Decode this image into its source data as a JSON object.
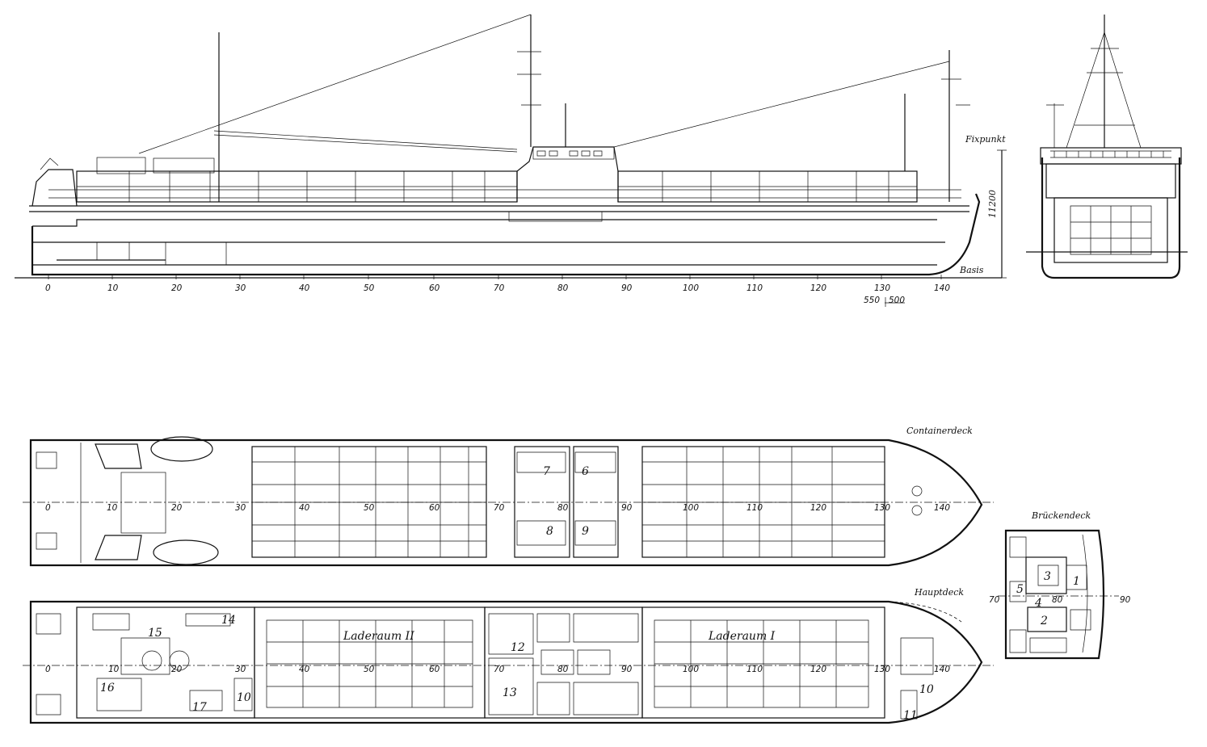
{
  "labels": {
    "fixpunkt": "Fixpunkt",
    "basis": "Basis",
    "height": "11200",
    "offset_aft": "550",
    "offset_fwd": "500",
    "containerdeck": "Containerdeck",
    "hauptdeck": "Hauptdeck",
    "brueckendeck": "Brückendeck",
    "laderaum_2": "Laderaum II",
    "laderaum_1": "Laderaum I"
  },
  "frame_numbers": [
    "0",
    "10",
    "20",
    "30",
    "40",
    "50",
    "60",
    "70",
    "80",
    "90",
    "100",
    "110",
    "120",
    "130",
    "140"
  ],
  "containerdeck_rooms": [
    "6",
    "7",
    "8",
    "9"
  ],
  "containerdeck_frames": [
    "0",
    "10",
    "20",
    "30",
    "40",
    "50",
    "60",
    "70",
    "80",
    "90",
    "100",
    "110",
    "120",
    "130",
    "140"
  ],
  "hauptdeck_rooms": [
    "10",
    "10",
    "11",
    "12",
    "13",
    "14",
    "15",
    "16",
    "17"
  ],
  "hauptdeck_frames": [
    "0",
    "10",
    "20",
    "30",
    "40",
    "50",
    "60",
    "70",
    "80",
    "90",
    "100",
    "110",
    "120",
    "130",
    "140"
  ],
  "brueckendeck_rooms": [
    "1",
    "2",
    "3",
    "4",
    "5"
  ],
  "brueckendeck_frames": [
    "70",
    "80",
    "90"
  ]
}
